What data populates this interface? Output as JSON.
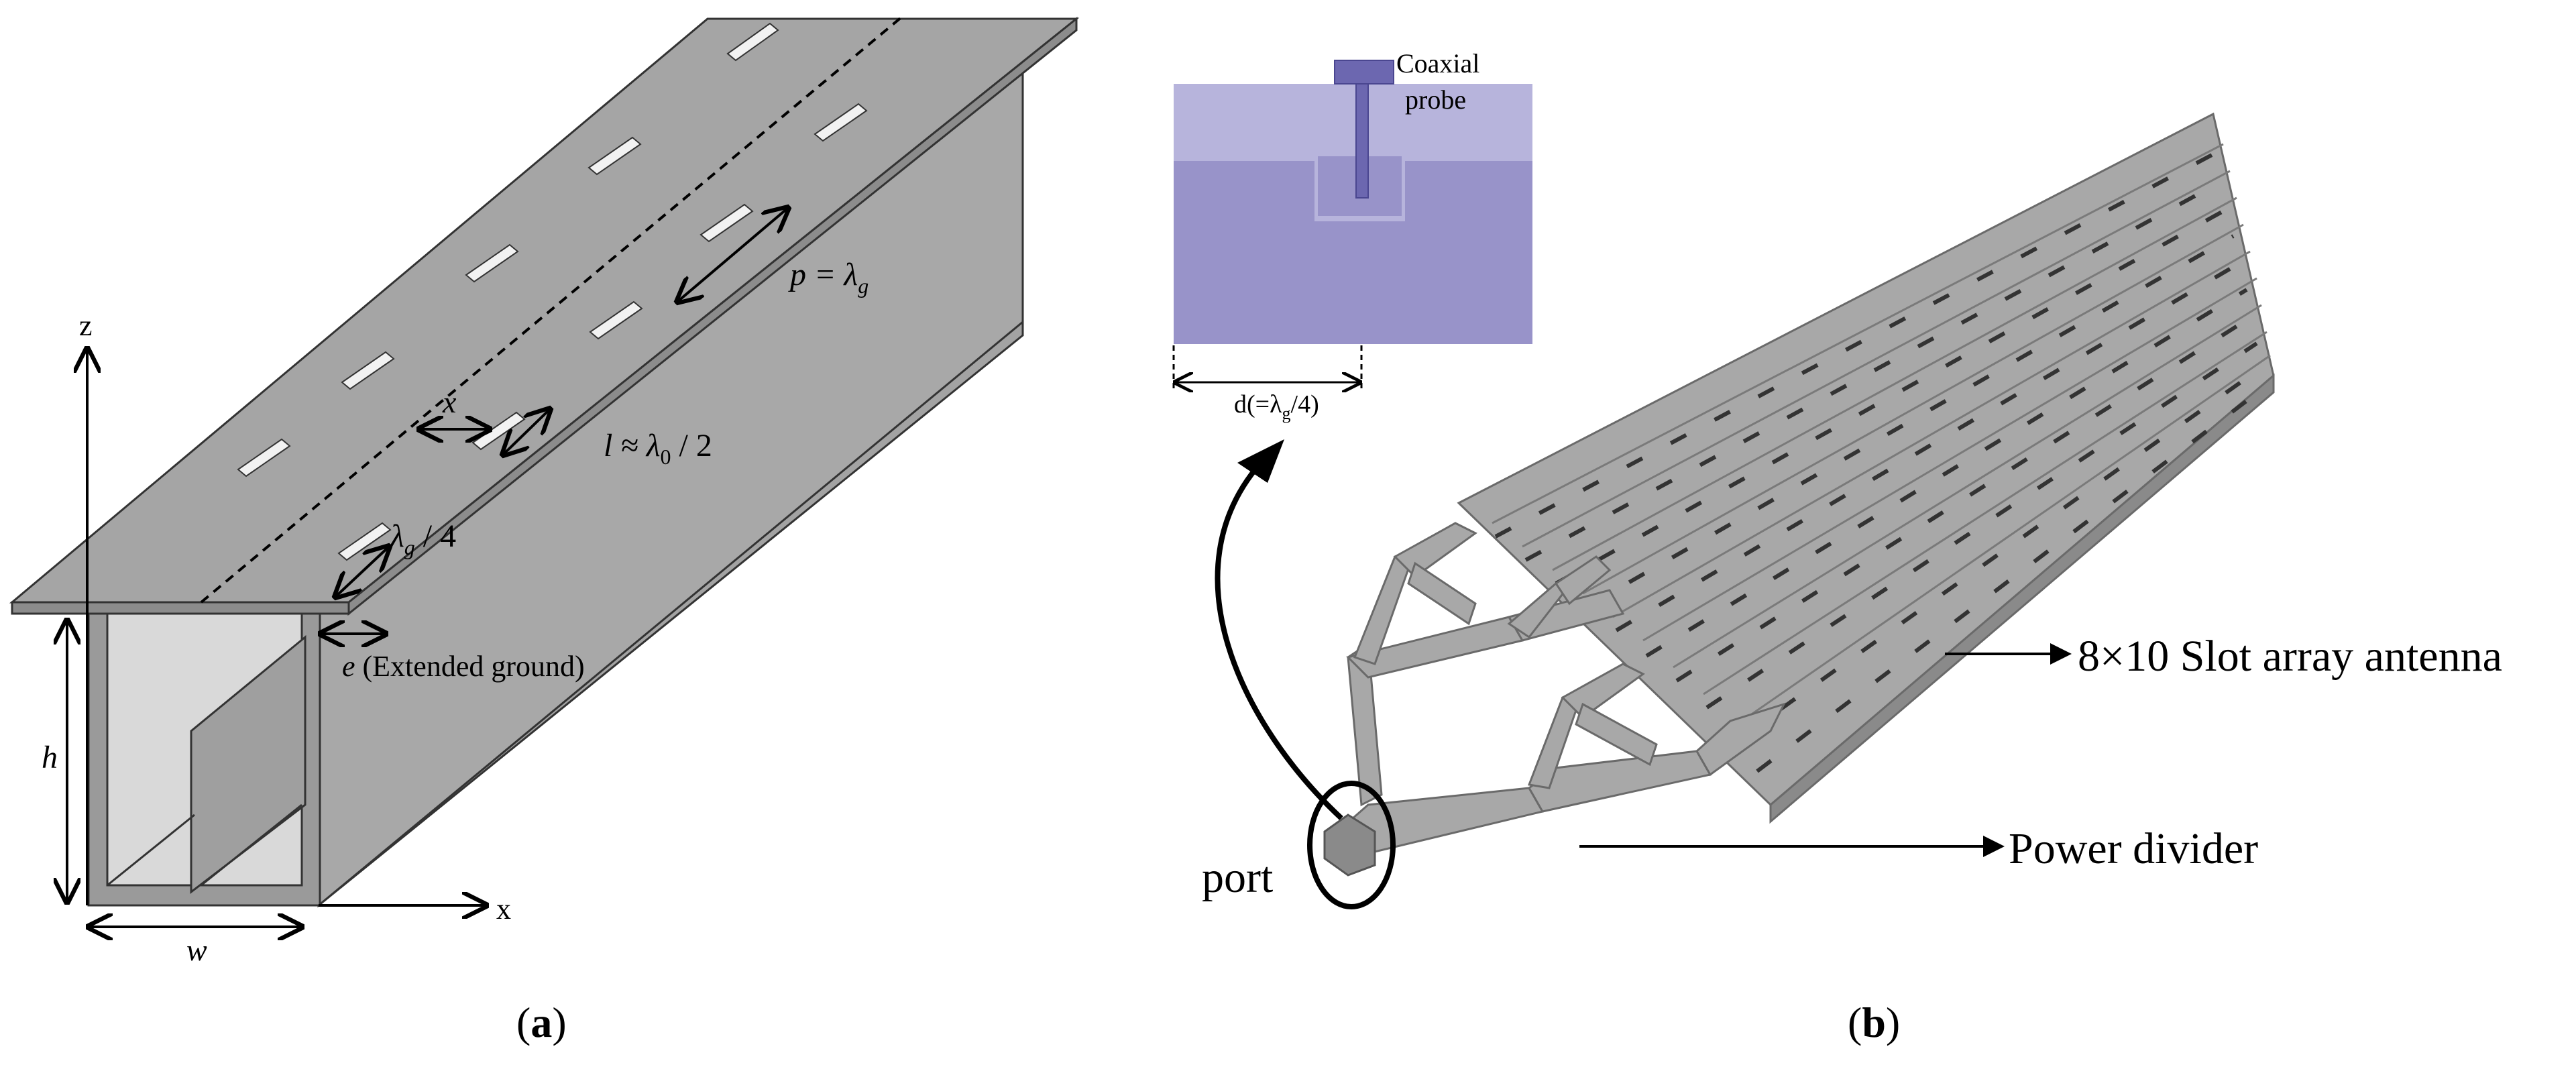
{
  "panel_a": {
    "caption_open": "(",
    "caption_letter": "a",
    "caption_close": ")",
    "axis_z": "z",
    "axis_x": "x",
    "label_pitch_lhs": "p",
    "label_pitch_eq": " = λ",
    "label_pitch_sub": "g",
    "label_offset": "x",
    "label_length_lhs": "l",
    "label_length_mid": " ≈ λ",
    "label_length_sub": "0",
    "label_length_rhs": " / 2",
    "label_quarter": "λ",
    "label_quarter_sub": "g",
    "label_quarter_rhs": " / 4",
    "label_e": "e",
    "label_extended": " (Extended  ground)",
    "label_h": "h",
    "label_w": "w"
  },
  "panel_b": {
    "caption_open": "(",
    "caption_letter": "b",
    "caption_close": ")",
    "inset_coaxial": "Coaxial",
    "inset_probe": "probe",
    "inset_d_main": "d(=λ",
    "inset_d_sub": "g",
    "inset_d_rhs": "/4)",
    "label_array": "8×10 Slot array antenna",
    "label_divider": "Power divider",
    "label_port": "port"
  },
  "colors": {
    "metal_top": "#a5a5a5",
    "metal_side": "#8f8f8f",
    "metal_dark": "#7f7f7f",
    "inner_light": "#d9d9d9",
    "inset_light": "#b7b4dc",
    "inset_dark": "#9893c9",
    "probe": "#6c67b0"
  }
}
